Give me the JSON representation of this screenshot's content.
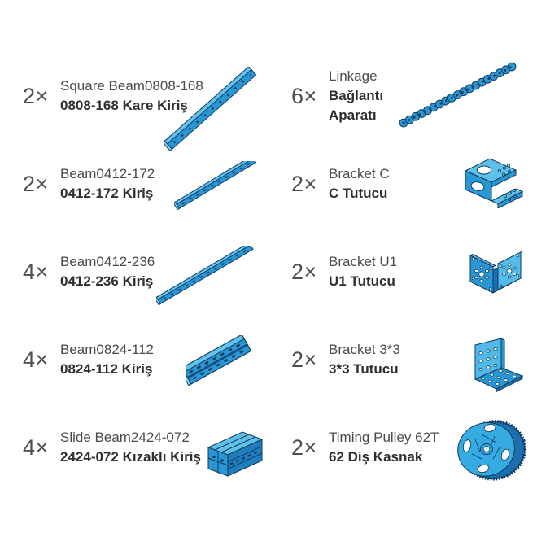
{
  "document": {
    "kind": "parts-list",
    "language_pair": [
      "English",
      "Turkish"
    ]
  },
  "colors": {
    "background": "#ffffff",
    "part_blue": "#2997d6",
    "part_blue_light": "#5fc0ea",
    "part_blue_lighter": "#8ed4f2",
    "part_blue_dark": "#1b6fae",
    "outline_navy": "#0e3b5e",
    "text_regular": "#4a4a4a",
    "text_bold": "#2f2f2f",
    "quantity_text": "#4f4f4f"
  },
  "illustrations": {
    "square_beam": "square-beam-diagonal-illustration",
    "linkage": "chain-of-links-illustration",
    "beam_0412_172": "thin-beam-diagonal-illustration",
    "bracket_c": "c-shaped-bracket-illustration",
    "beam_0412_236": "long-thin-beam-diagonal-illustration",
    "bracket_u1": "u-shaped-bracket-illustration",
    "beam_0824_112": "wide-slotted-beam-illustration",
    "bracket_3x3": "l-shaped-3x3-bracket-illustration",
    "slide_beam": "extruded-slide-beam-block-illustration",
    "timing_pulley": "toothed-pulley-wheel-illustration"
  },
  "parts": {
    "left": [
      {
        "qty": "2×",
        "name_en": "Square Beam0808-168",
        "name_tr": "0808-168 Kare Kiriş"
      },
      {
        "qty": "2×",
        "name_en": "Beam0412-172",
        "name_tr": "0412-172 Kiriş"
      },
      {
        "qty": "4×",
        "name_en": "Beam0412-236",
        "name_tr": "0412-236 Kiriş"
      },
      {
        "qty": "4×",
        "name_en": "Beam0824-112",
        "name_tr": "0824-112 Kiriş"
      },
      {
        "qty": "4×",
        "name_en": "Slide Beam2424-072",
        "name_tr": "2424-072 Kızaklı Kiriş"
      }
    ],
    "right": [
      {
        "qty": "6×",
        "name_en": "Linkage",
        "name_tr": "Bağlantı Aparatı"
      },
      {
        "qty": "2×",
        "name_en": "Bracket C",
        "name_tr": "C Tutucu"
      },
      {
        "qty": "2×",
        "name_en": "Bracket U1",
        "name_tr": "U1 Tutucu"
      },
      {
        "qty": "2×",
        "name_en": "Bracket 3*3",
        "name_tr": "3*3 Tutucu"
      },
      {
        "qty": "2×",
        "name_en": "Timing Pulley 62T",
        "name_tr": "62 Diş Kasnak"
      }
    ]
  }
}
